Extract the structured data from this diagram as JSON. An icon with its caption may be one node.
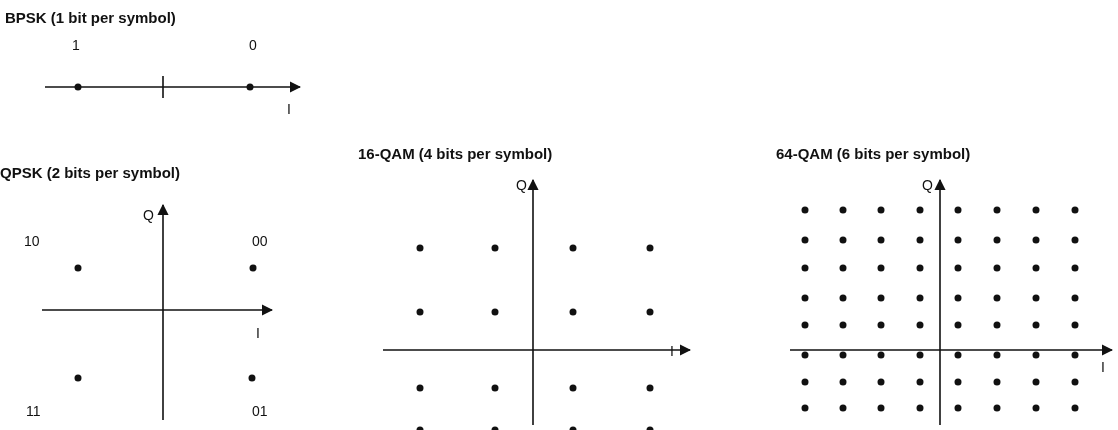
{
  "diagram": {
    "labels": [
      "BPSK (1 bit per symbol)",
      "1",
      "0",
      "I",
      "16-QAM (4 bits per symbol)",
      "64-QAM (6 bits per symbol)",
      "QPSK (2 bits per symbol)",
      "10",
      "Q",
      "00",
      "I",
      "11",
      "01",
      "Q",
      "I",
      "Q",
      "I"
    ]
  }
}
